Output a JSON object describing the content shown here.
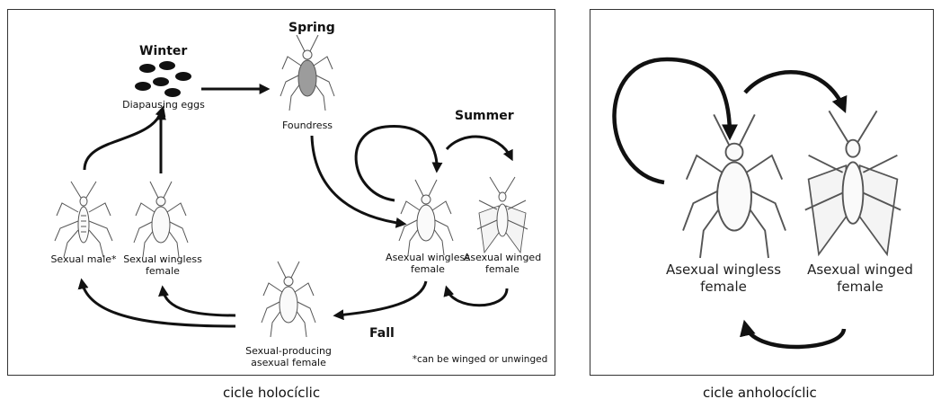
{
  "left": {
    "seasons": {
      "winter": "Winter",
      "spring": "Spring",
      "summer": "Summer",
      "fall": "Fall"
    },
    "labels": {
      "diapausing_eggs": "Diapausing eggs",
      "foundress": "Foundress",
      "sexual_male": "Sexual male*",
      "sexual_wingless": "Sexual wingless\nfemale",
      "asexual_wingless": "Asexual wingless\nfemale",
      "asexual_winged": "Asexual winged\nfemale",
      "sexual_producing": "Sexual-producing\nasexual female",
      "footnote": "*can be winged or unwinged"
    },
    "caption": "cicle holocíclic"
  },
  "right": {
    "labels": {
      "asexual_wingless": "Asexual wingless\nfemale",
      "asexual_winged": "Asexual winged\nfemale"
    },
    "caption": "cicle anholocíclic"
  }
}
